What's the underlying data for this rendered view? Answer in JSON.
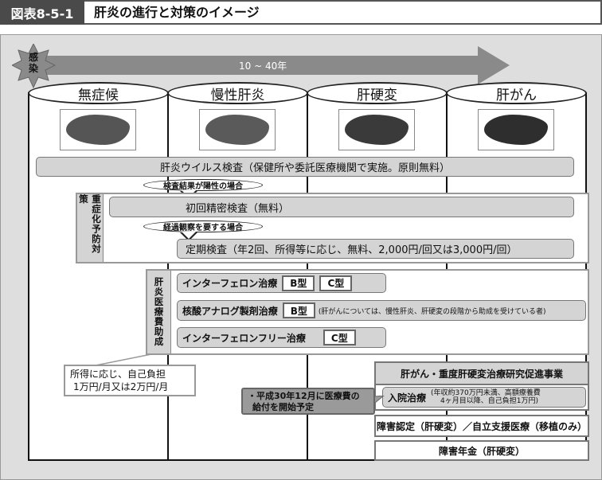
{
  "header": {
    "figure_number": "図表8-5-1",
    "title": "肝炎の進行と対策のイメージ"
  },
  "timeline": {
    "start_label": "感染",
    "duration": "10 ~ 40年"
  },
  "stages": [
    "無症候",
    "慢性肝炎",
    "肝硬変",
    "肝がん"
  ],
  "virus_test": "肝炎ウイルス検査（保健所や委託医療機関で実施。原則無料）",
  "condition_positive": "検査結果が陽性の場合",
  "prevention": {
    "label": "重症化予防対策",
    "initial_test": "初回精密検査（無料）",
    "condition_followup": "経過観察を要する場合",
    "regular_test": "定期検査（年2回、所得等に応じ、無料、2,000円/回又は3,000円/回）"
  },
  "subsidy": {
    "label": "肝炎医療費助成",
    "rows": [
      {
        "name": "インターフェロン治療",
        "types": [
          "B型",
          "C型"
        ],
        "note": ""
      },
      {
        "name": "核酸アナログ製剤治療",
        "types": [
          "B型"
        ],
        "note": "(肝がんについては、慢性肝炎、肝硬変の段階から助成を受けている者)"
      },
      {
        "name": "インターフェロンフリー治療",
        "types": [
          "C型"
        ],
        "note": ""
      }
    ],
    "copay_note_line1": "所得に応じ、自己負担",
    "copay_note_line2": "1万円/月又は2万円/月"
  },
  "cancer": {
    "program": "肝がん・重度肝硬変治療研究促進事業",
    "inpatient": "入院治療",
    "inpatient_note_line1": "(年収約370万円未満、高額療養費",
    "inpatient_note_line2": "4ヶ月目以降、自己負担1万円)",
    "callout_line1": "・平成30年12月に医療費の",
    "callout_line2": "給付を開始予定",
    "disability_cert": "障害認定（肝硬変）／自立支援医療（移植のみ）",
    "disability_pension": "障害年金（肝硬変）"
  },
  "colors": {
    "dark": "#4a4a4a",
    "panel": "#dedede",
    "box": "#d4d4d4"
  }
}
